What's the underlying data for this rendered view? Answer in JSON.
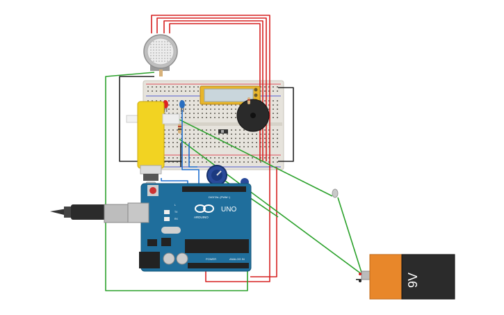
{
  "arduino": {
    "brand": "ARDUINO",
    "model": "UNO",
    "digital_label": "DIGITAL (PWM~)",
    "power_label": "POWER",
    "analog_label": "ANALOG IN",
    "tx": "TX",
    "rx": "RX",
    "l": "L"
  },
  "battery": {
    "label": "9V"
  },
  "colors": {
    "wire_red": "#d61f1f",
    "wire_green": "#2aa12a",
    "wire_black": "#222222",
    "wire_blue": "#1f6fd1",
    "board_teal": "#1f6e9c",
    "breadboard": "#e8e6e0",
    "lcd_frame": "#e8b62a",
    "motor_yellow": "#f2d322",
    "battery_orange": "#e8872a"
  }
}
